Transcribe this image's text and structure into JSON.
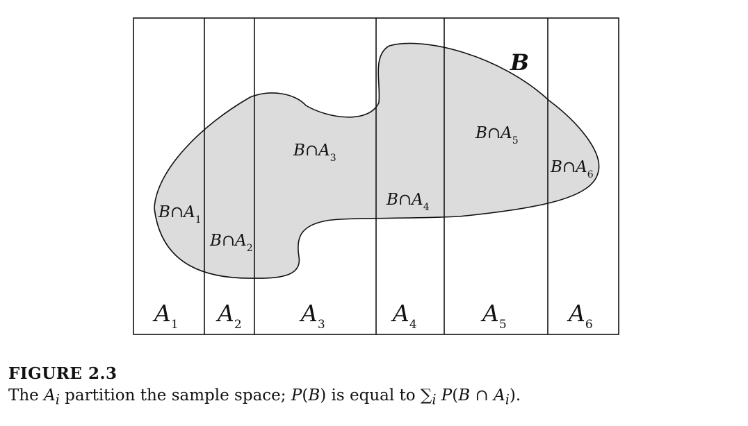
{
  "diagram": {
    "set_label": "B",
    "partitions": [
      {
        "letter": "A",
        "index": "1",
        "intersection": "B∩A"
      },
      {
        "letter": "A",
        "index": "2",
        "intersection": "B∩A"
      },
      {
        "letter": "A",
        "index": "3",
        "intersection": "B∩A"
      },
      {
        "letter": "A",
        "index": "4",
        "intersection": "B∩A"
      },
      {
        "letter": "A",
        "index": "5",
        "intersection": "B∩A"
      },
      {
        "letter": "A",
        "index": "6",
        "intersection": "B∩A"
      }
    ],
    "colors": {
      "blob_fill": "#dcdcdc",
      "stroke": "#111111"
    }
  },
  "caption": {
    "figure_label": "FIGURE 2.3",
    "text": {
      "t1": "The ",
      "A": "A",
      "i": "i",
      "t2": " partition the sample space; ",
      "P": "P",
      "lp": "(",
      "B": "B",
      "rp": ")",
      "t3": " is equal to ",
      "sum": "∑",
      "sub_i": "i",
      "P2": " P",
      "lp2": "(",
      "B2": "B",
      "cap": " ∩ ",
      "A2": "A",
      "sub_i2": "i",
      "rp2": ").",
      "end": ""
    }
  }
}
